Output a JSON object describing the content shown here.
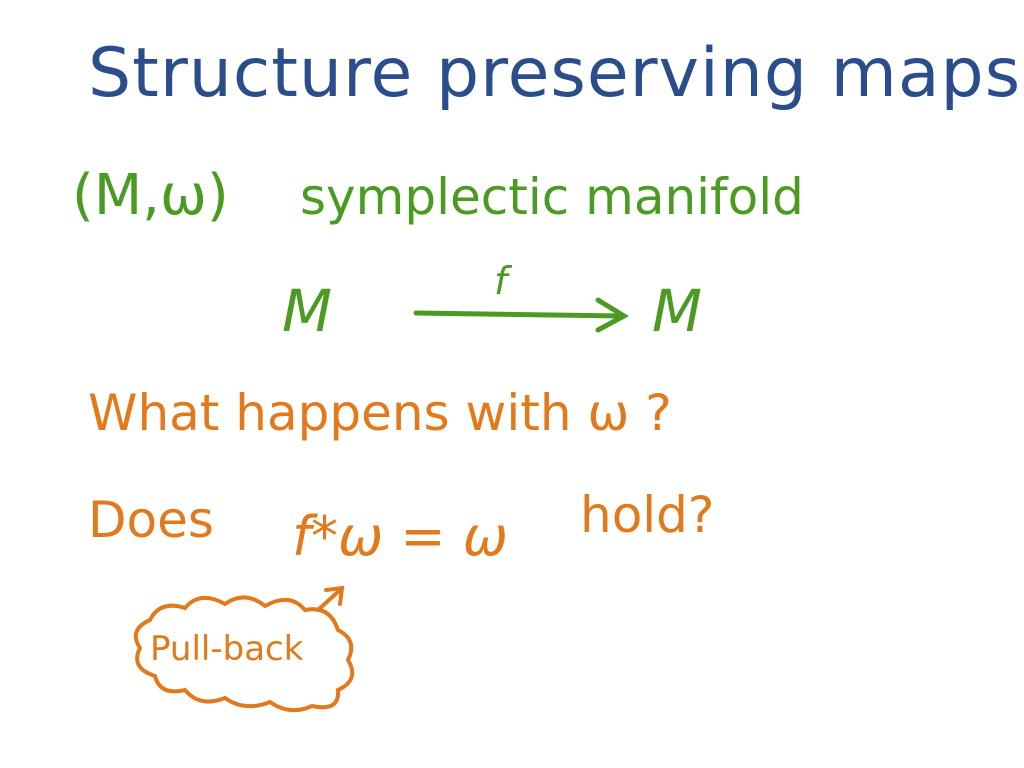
{
  "title": "Structure preserving maps",
  "line2": {
    "pair": "(M,ω)",
    "text": "symplectic manifold"
  },
  "map": {
    "source": "M",
    "label": "f",
    "target": "M"
  },
  "question": "What happens with ω ?",
  "line5": {
    "prefix": "Does",
    "equation": "f*ω = ω",
    "suffix": "hold?"
  },
  "annotation": "Pull-back",
  "colors": {
    "blue": "#2b4d8c",
    "green": "#4b9a22",
    "orange": "#e27a1c"
  }
}
